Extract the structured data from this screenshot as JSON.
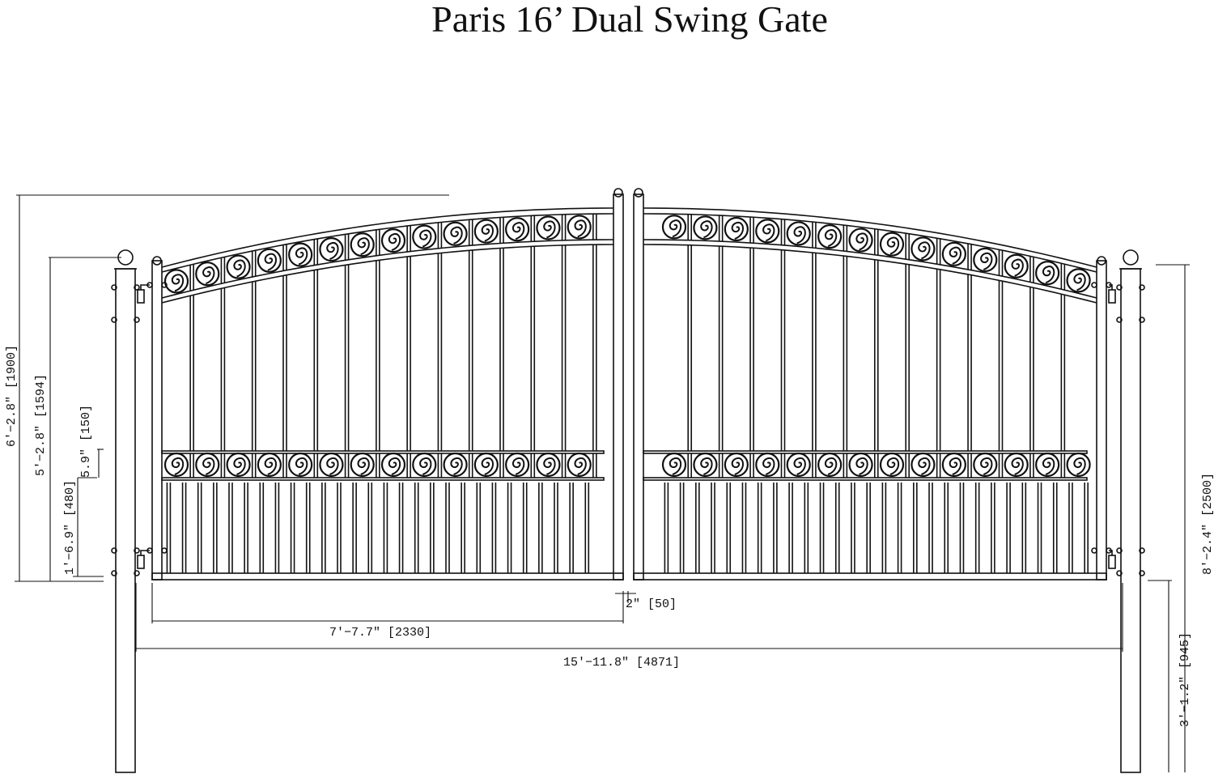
{
  "title": "Paris 16’ Dual Swing Gate",
  "colors": {
    "line": "#111111",
    "background": "#ffffff"
  },
  "dimensions": {
    "overall_height": "6′−2.8\" [1900]",
    "gate_side_height": "5′−2.8\" [1594]",
    "scroll_band_height": "5.9\" [150]",
    "bottom_section_height": "1′−6.9\" [480]",
    "single_leaf_width": "7′−7.7\" [2330]",
    "center_gap": "2\" [50]",
    "overall_width": "15′−11.8\" [4871]",
    "post_height": "8′−2.4\" [2500]",
    "post_underground": "3′−1.2\" [945]"
  },
  "components": {
    "posts": [
      "left-post",
      "right-post"
    ],
    "leaves": [
      "left-leaf",
      "right-leaf"
    ],
    "scrolls_top_per_leaf": 14,
    "scrolls_middle_per_leaf": 14
  }
}
